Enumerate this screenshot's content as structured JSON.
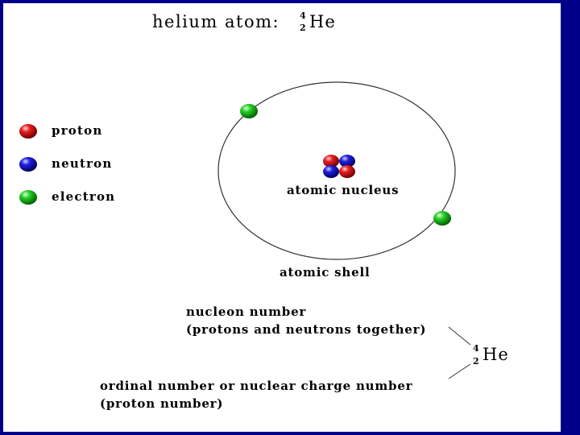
{
  "title": {
    "text": "helium atom:",
    "mass_number": "4",
    "atomic_number": "2",
    "symbol": "He"
  },
  "legend": [
    {
      "label": "proton",
      "color": "#d81818"
    },
    {
      "label": "neutron",
      "color": "#1818c8"
    },
    {
      "label": "electron",
      "color": "#22c822"
    }
  ],
  "labels": {
    "nucleus": "atomic nucleus",
    "shell": "atomic shell",
    "nucleon_line1": "nucleon number",
    "nucleon_line2": "(protons and neutrons together)",
    "ordinal_line1": "ordinal number or nuclear charge number",
    "ordinal_line2": "(proton number)"
  },
  "notation": {
    "mass_number": "4",
    "atomic_number": "2",
    "symbol": "He"
  },
  "colors": {
    "frame": "#000088",
    "proton": "#d81818",
    "neutron": "#1818c8",
    "electron": "#22c822"
  }
}
